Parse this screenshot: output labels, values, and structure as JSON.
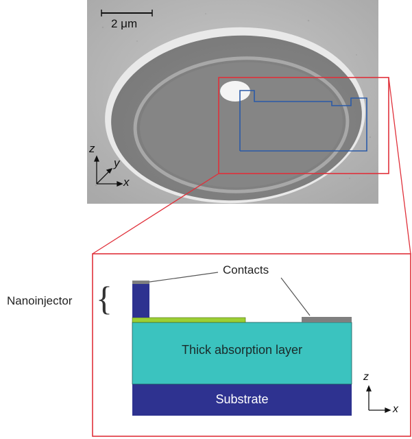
{
  "colors": {
    "callout_red": "#e0303a",
    "region_blue": "#2a5aa8",
    "substrate": "#2e3290",
    "absorption": "#3bc3bf",
    "injector": "#2e3290",
    "green_layer": "#9ccf34",
    "contact": "#7f7f7f"
  },
  "micrograph": {
    "scale_label": "2 μm",
    "axis_z": "z",
    "axis_y": "y",
    "axis_x": "x"
  },
  "schematic": {
    "nanoinjector_label": "Nanoinjector",
    "brace": "{",
    "contacts_label": "Contacts",
    "absorption_label": "Thick absorption layer",
    "substrate_label": "Substrate",
    "axis_z": "z",
    "axis_x": "x"
  }
}
